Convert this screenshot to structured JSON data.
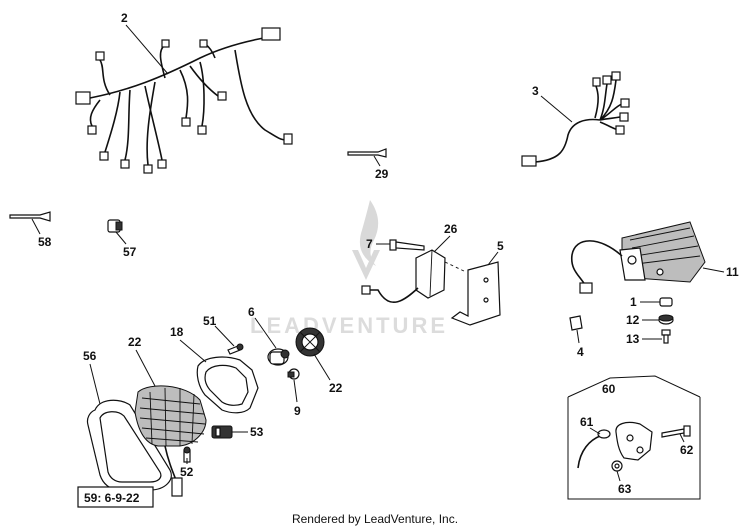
{
  "watermark": {
    "text": "LEADVENTURE"
  },
  "footer": {
    "text": "Rendered by LeadVenture, Inc."
  },
  "note_box": {
    "text": "59: 6-9-22"
  },
  "callouts": {
    "c2": "2",
    "c3": "3",
    "c29": "29",
    "c58": "58",
    "c57": "57",
    "c7": "7",
    "c26": "26",
    "c5": "5",
    "c11": "11",
    "c1": "1",
    "c12": "12",
    "c13": "13",
    "c4": "4",
    "c51": "51",
    "c6": "6",
    "c18": "18",
    "c22a": "22",
    "c56": "56",
    "c22b": "22",
    "c9": "9",
    "c53": "53",
    "c52": "52",
    "c60": "60",
    "c61": "61",
    "c62": "62",
    "c63": "63"
  }
}
